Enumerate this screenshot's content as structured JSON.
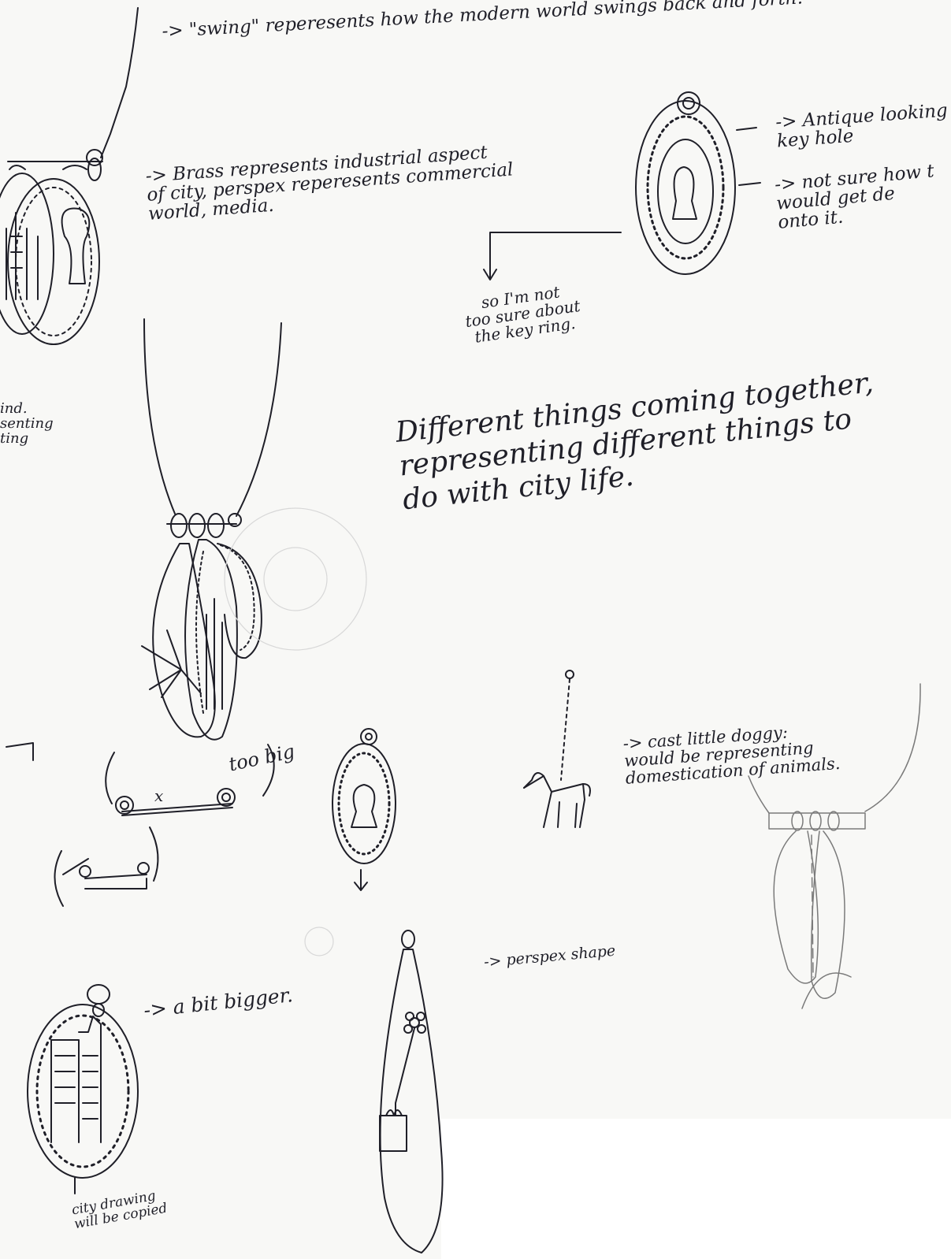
{
  "notes": {
    "swing": "-> \"swing\" reperesents how the modern world swings back and forth.",
    "antique": "-> Antique looking\nkey hole",
    "not_sure": "-> not sure how t\nwould get de\nonto it.",
    "brass": "-> Brass represents industrial aspect\nof city, perspex reperesents commercial\nworld, media.",
    "key_ring": "so I'm not\ntoo sure about\nthe key ring.",
    "margin": "ind.\nsenting\nting",
    "different_things": "Different things coming together,\nrepresenting different things to\ndo with city life.",
    "too_big": "too big",
    "x_mark": "x",
    "a_bit_bigger": "-> a bit bigger.",
    "cast_doggy": "-> cast little doggy:\nwould be representing\ndomestication of animals.",
    "perspex_shape": "-> perspex shape",
    "city_drawing": "city drawing\nwill be copied"
  },
  "colors": {
    "ink": "#1f1f28",
    "pencil": "#6d6d6d",
    "paper": "#f8f8f6"
  },
  "icons": [
    "keyhole-pendant-icon",
    "antique-keyhole-icon",
    "city-skyline-pendant-icon",
    "necklace-sketch-icon",
    "dog-charm-icon",
    "perspex-flower-pendant-icon",
    "bar-with-loops-icon"
  ]
}
